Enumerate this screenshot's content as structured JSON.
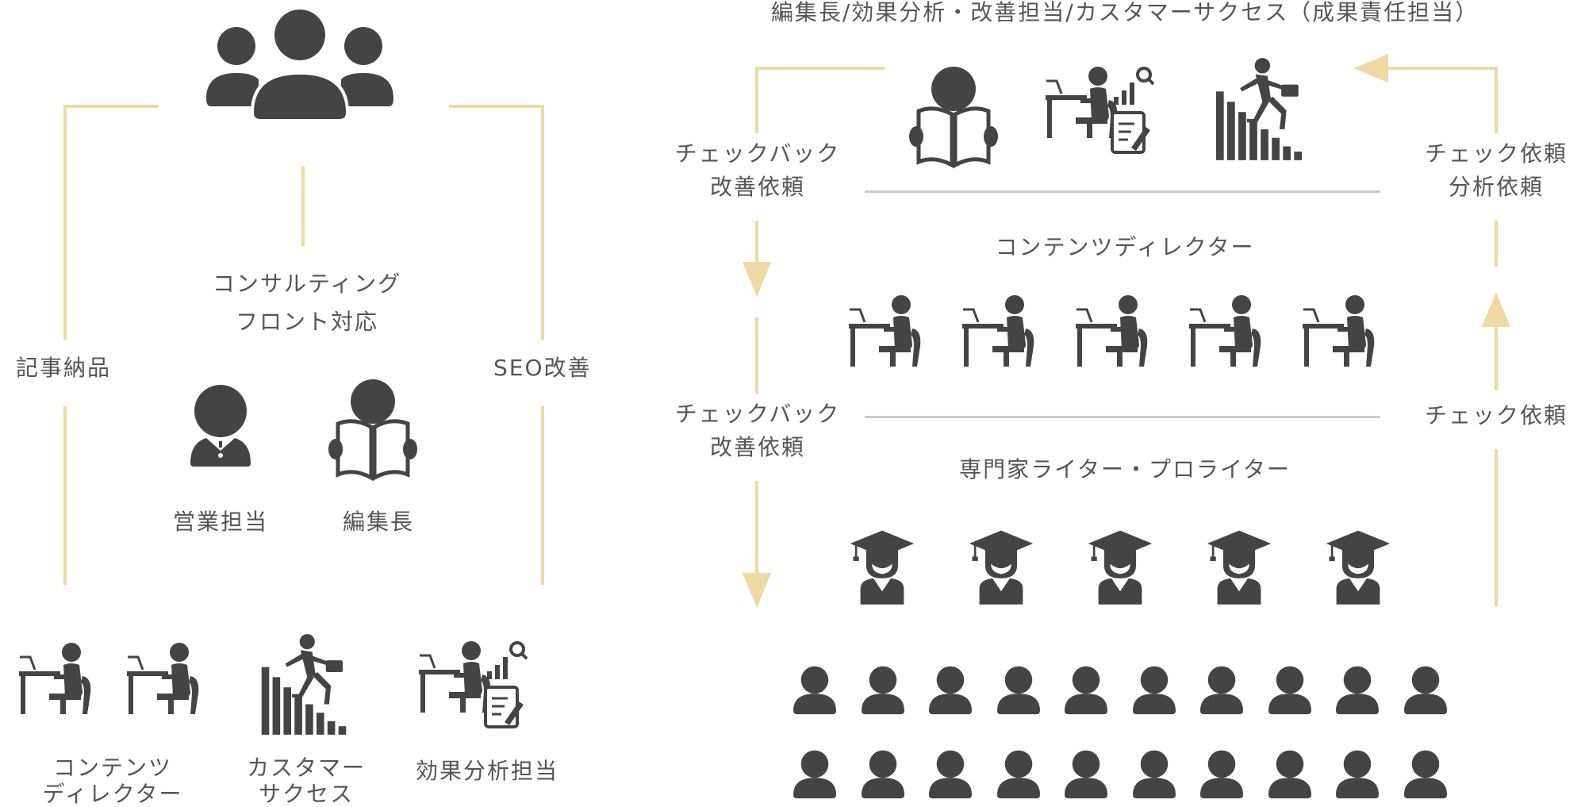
{
  "labels": {
    "top_title": "編集長/効果分析・改善担当/カスタマーサクセス（成果責任担当）",
    "consulting_line1": "コンサルティング",
    "consulting_line2": "フロント対応",
    "article_delivery": "記事納品",
    "seo_improvement": "SEO改善",
    "sales": "営業担当",
    "editor_in_chief": "編集長",
    "content_director_line1": "コンテンツ",
    "content_director_line2": "ディレクター",
    "customer_success_line1": "カスタマー",
    "customer_success_line2": "サクセス",
    "analytics": "効果分析担当",
    "checkback_line1": "チェックバック",
    "checkback_line2": "改善依頼",
    "check_request_line1": "チェック依頼",
    "check_request_line2": "分析依頼",
    "content_directors": "コンテンツディレクター",
    "check_request": "チェック依頼",
    "writers": "専門家ライター・プロライター"
  },
  "counts": {
    "content_directors": 5,
    "expert_writers": 5,
    "users": 20
  },
  "colors": {
    "icon": "#444444",
    "connector": "#efd9a4",
    "divider": "#c9c9c9",
    "text": "#555555"
  },
  "icons": [
    "group-icon",
    "salesperson-icon",
    "reader-icon",
    "desk-worker-icon",
    "stair-climber-icon",
    "analyst-icon",
    "graduate-icon",
    "user-icon",
    "arrow-down-icon",
    "arrow-up-icon",
    "arrow-left-icon"
  ]
}
